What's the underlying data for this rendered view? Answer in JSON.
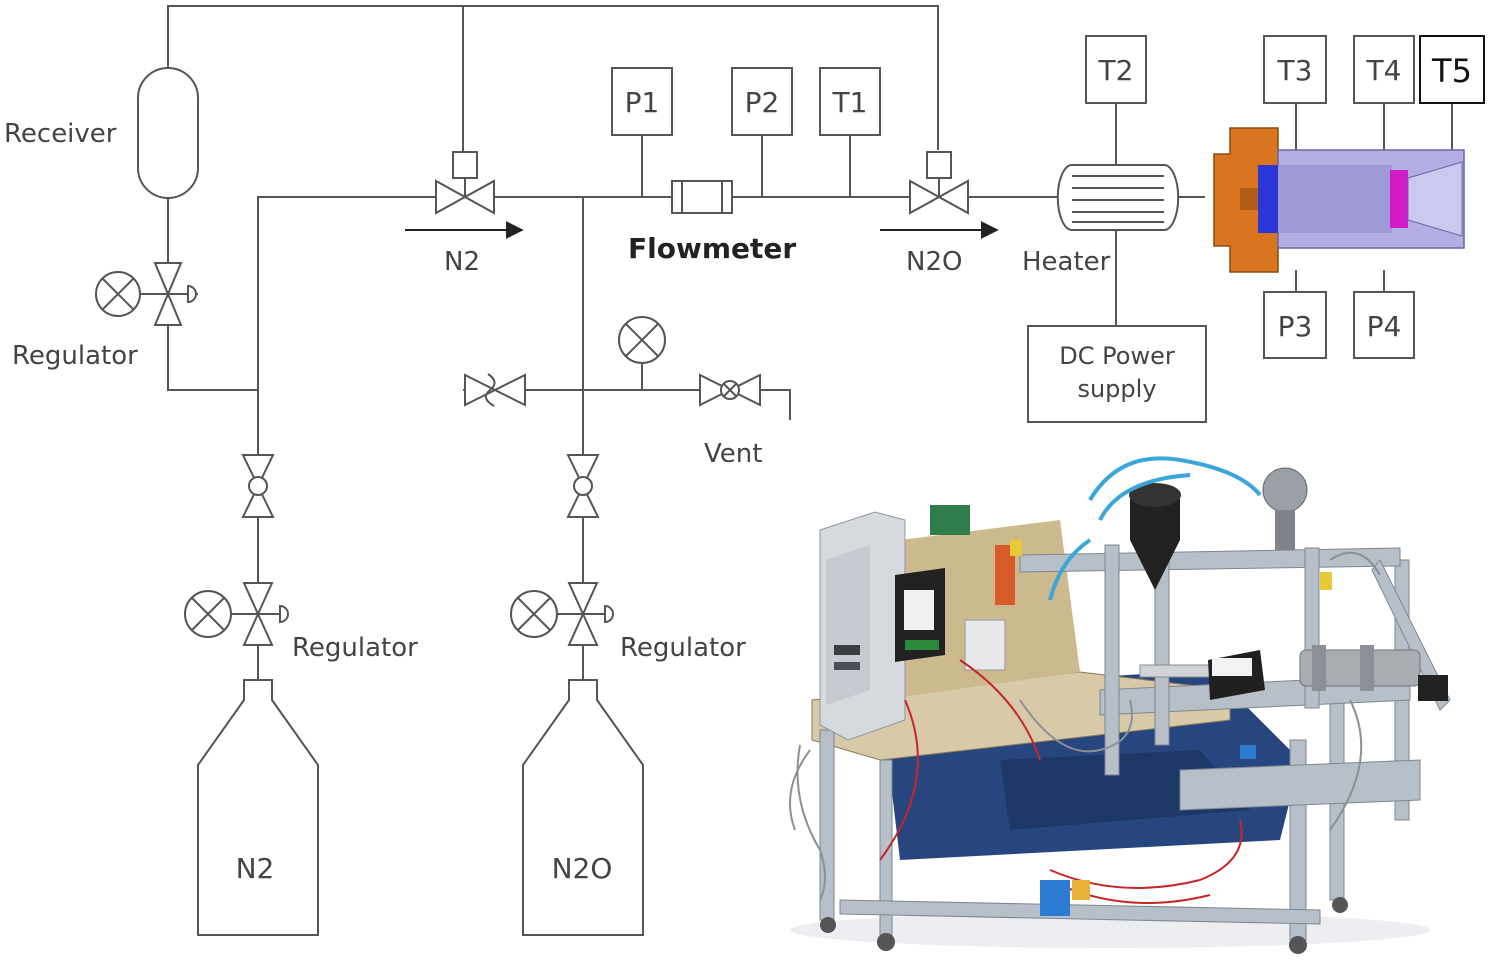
{
  "labels": {
    "receiver": "Receiver",
    "regulator_top": "Regulator",
    "regulator_n2": "Regulator",
    "regulator_n2o": "Regulator",
    "n2_flow": "N2",
    "n2o_flow": "N2O",
    "flowmeter": "Flowmeter",
    "heater": "Heater",
    "vent": "Vent",
    "dc_power_line1": "DC Power",
    "dc_power_line2": "supply",
    "tank_n2": "N2",
    "tank_n2o": "N2O"
  },
  "sensors": {
    "p1": "P1",
    "p2": "P2",
    "t1": "T1",
    "t2": "T2",
    "t3": "T3",
    "t4": "T4",
    "t5": "T5",
    "p3": "P3",
    "p4": "P4"
  },
  "colors": {
    "line": "#555555",
    "injector": "#d9751e",
    "chamber": "#a9a4dc",
    "catalyst": "#2c35d6",
    "throat": "#d31cc6",
    "frame": "#aab3bd",
    "cable_blue": "#3aa6d9",
    "cable_red": "#c4262b",
    "tarp": "#27457e"
  }
}
